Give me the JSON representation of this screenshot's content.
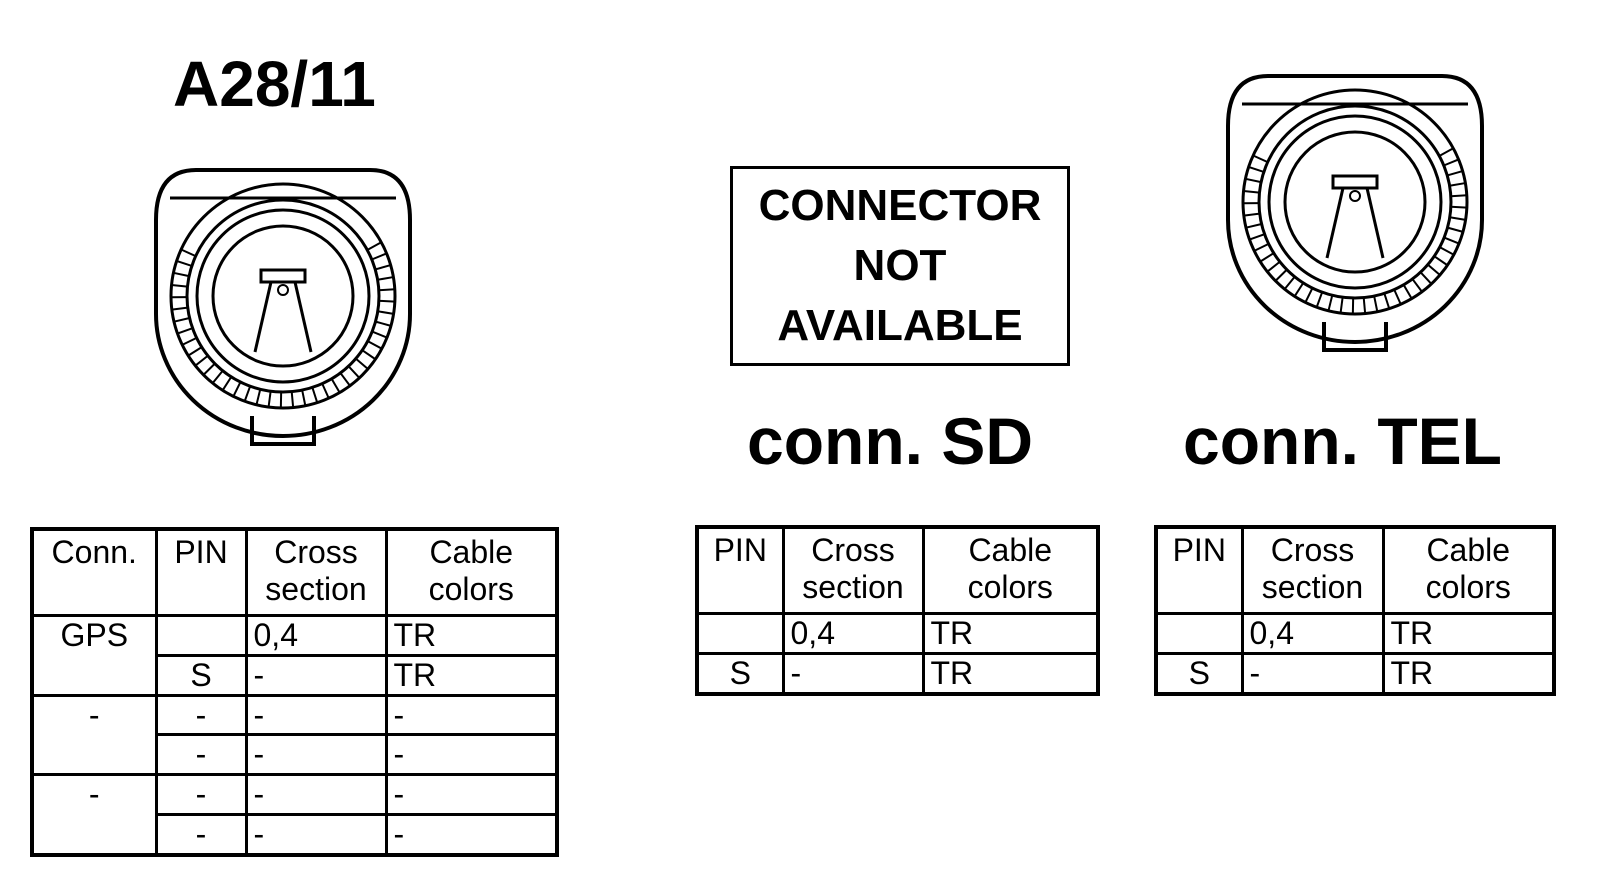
{
  "connectors": [
    {
      "id": "a28",
      "title": "A28/11",
      "headers": [
        "Conn.",
        "PIN",
        "Cross\nsection",
        "Cable\ncolors"
      ],
      "groups": [
        {
          "conn": "GPS",
          "rows": [
            {
              "pin": "",
              "cross": "0,4",
              "color": "TR"
            },
            {
              "pin": "S",
              "cross": "-",
              "color": "TR"
            }
          ]
        },
        {
          "conn": "-",
          "rows": [
            {
              "pin": "-",
              "cross": "-",
              "color": "-"
            },
            {
              "pin": "-",
              "cross": "-",
              "color": "-"
            }
          ]
        },
        {
          "conn": "-",
          "rows": [
            {
              "pin": "-",
              "cross": "-",
              "color": "-"
            },
            {
              "pin": "-",
              "cross": "-",
              "color": "-"
            }
          ]
        }
      ]
    },
    {
      "id": "sd",
      "title": "conn. SD",
      "not_available": [
        "CONNECTOR",
        "NOT",
        "AVAILABLE"
      ],
      "headers": [
        "PIN",
        "Cross\nsection",
        "Cable\ncolors"
      ],
      "rows": [
        {
          "pin": "",
          "cross": "0,4",
          "color": "TR"
        },
        {
          "pin": "S",
          "cross": "-",
          "color": "TR"
        }
      ]
    },
    {
      "id": "tel",
      "title": "conn. TEL",
      "headers": [
        "PIN",
        "Cross\nsection",
        "Cable\ncolors"
      ],
      "rows": [
        {
          "pin": "",
          "cross": "0,4",
          "color": "TR"
        },
        {
          "pin": "S",
          "cross": "-",
          "color": "TR"
        }
      ]
    }
  ]
}
